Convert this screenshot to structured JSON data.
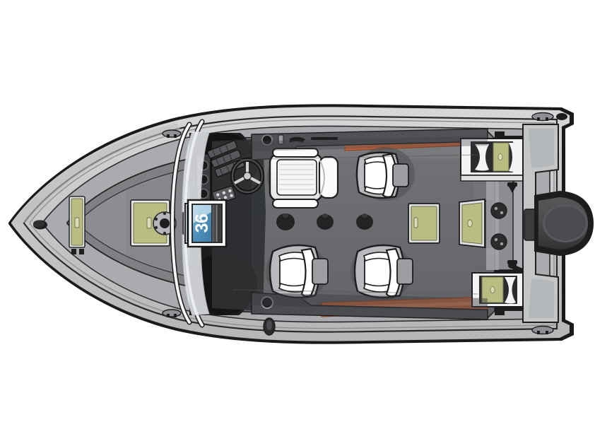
{
  "illustration": {
    "kind": "boat-deck-plan",
    "view": "overhead",
    "title": "Aluminum fishing boat overhead deck layout",
    "background_color": "#ffffff"
  },
  "badge": {
    "label": "36",
    "panel_color": "#4f93bd",
    "text_color": "#ffffff",
    "orientation": "rotated-90"
  },
  "palette": {
    "hull_outer": "#cfd0d2",
    "hull_mid": "#b9bbbd",
    "hull_inner": "#9b9ea1",
    "deck_gray": "#6e7073",
    "deck_dark": "#58595c",
    "cockpit_floor": "#636568",
    "outline": "#1a1a1a",
    "hatch_olive": "#b9bd82",
    "rod_locker_orange": "#c4663f",
    "seat_white": "#fdfdfd",
    "seat_shadow": "#a8aaad",
    "motor_dark": "#313133",
    "motor_cowl": "#4d4e50",
    "console_black": "#1d1d1f",
    "windshield_tint": "#5d97bd",
    "accent_white": "#f4f4f4"
  },
  "parts": {
    "bow_eye": "bow-eye",
    "bow_casting_deck": "bow-casting-deck",
    "bow_hatch": "bow-storage-hatch",
    "bow_side_hatch": "bow-side-storage-hatch",
    "trolling_motor_plate": "trolling-motor-mount-plate",
    "windshield": "windshield",
    "walkthrough_door": "windshield-walkthrough-door",
    "console": "helm-console",
    "steering_wheel": "steering-wheel",
    "gauge_cluster": "gauge-cluster",
    "switch_panel": "switch-panel",
    "helm_seat": "helm-seat",
    "passenger_seat_fwd": "forward-passenger-seat",
    "cockpit_seat_port": "port-cockpit-seat",
    "cockpit_seat_stbd": "starboard-cockpit-seat",
    "pedestal_sockets": "seat-pedestal-sockets",
    "rod_locker_stbd": "starboard-rod-locker",
    "rod_locker_port": "port-rod-locker",
    "side_storage_stbd": "starboard-side-storage",
    "side_storage_port": "port-side-storage",
    "aft_jump_seat_stbd": "starboard-aft-jump-seat",
    "aft_jump_seat_port": "port-aft-jump-seat",
    "aft_deck": "aft-casting-deck",
    "transom": "transom",
    "outboard_motor": "outboard-motor",
    "drain_fittings": "transom-drain-fittings",
    "cleats": "gunwale-cleats",
    "stern_light_socket": "stern-light-socket"
  },
  "counts": {
    "seats": 4,
    "pedestal_sockets": 3,
    "cleats": 4,
    "olive_hatches": 6,
    "rod_lockers": 2,
    "drain_fittings": 2
  }
}
